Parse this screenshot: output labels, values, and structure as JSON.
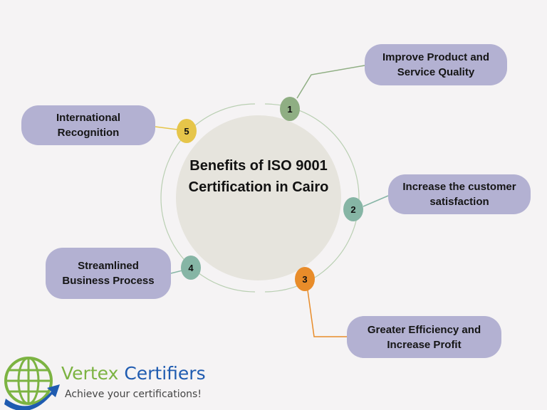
{
  "title": "Benefits of ISO 9001 Certification in Cairo",
  "benefits": [
    {
      "num": "1",
      "text": "Improve Product and Service Quality",
      "color": "#8fae83"
    },
    {
      "num": "2",
      "text": "Increase the customer satisfaction",
      "color": "#86b5a5"
    },
    {
      "num": "3",
      "text": "Greater Efficiency and Increase Profit",
      "color": "#e88c2a"
    },
    {
      "num": "4",
      "text": "Streamlined Business Process",
      "color": "#86b5a5"
    },
    {
      "num": "5",
      "text": "International Recognition",
      "color": "#e6c54a"
    }
  ],
  "logo": {
    "brand1": "Vertex",
    "brand2": "Certifiers",
    "tagline": "Achieve your certifications!"
  }
}
